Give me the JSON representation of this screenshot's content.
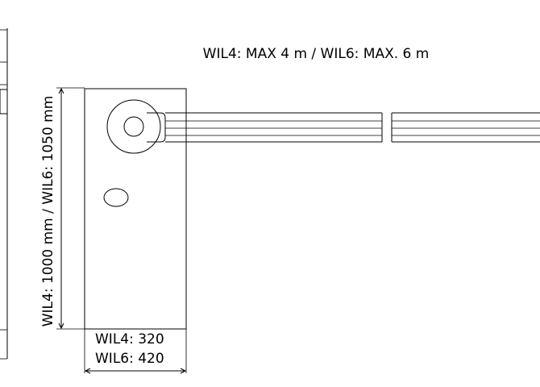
{
  "labels": {
    "boom_length": "WIL4: MAX 4 m / WIL6: MAX. 6 m",
    "height": "WIL4: 1000 mm / WIL6: 1050 mm",
    "width_wil4": "WIL4: 320",
    "width_wil6": "WIL6: 420"
  }
}
